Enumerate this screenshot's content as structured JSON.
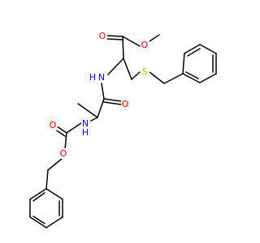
{
  "molecule": {
    "atoms": {
      "O_carbonyl_ester": {
        "text": "O",
        "color": "#ff0000"
      },
      "O_ester_methoxy": {
        "text": "O",
        "color": "#ff0000"
      },
      "N_amide": {
        "text": "N",
        "color": "#0000ff"
      },
      "H_amide": {
        "text": "H",
        "color": "#0000ff"
      },
      "S_thioether": {
        "text": "S",
        "color": "#b8b800"
      },
      "O_amide": {
        "text": "O",
        "color": "#ff0000"
      },
      "N_carbamate": {
        "text": "N",
        "color": "#0000ff"
      },
      "H_carbamate": {
        "text": "H",
        "color": "#0000ff"
      },
      "O_carbamate_carbonyl": {
        "text": "O",
        "color": "#ff0000"
      },
      "O_carbamate_ester": {
        "text": "O",
        "color": "#ff0000"
      }
    },
    "bond_color": "#000000"
  }
}
